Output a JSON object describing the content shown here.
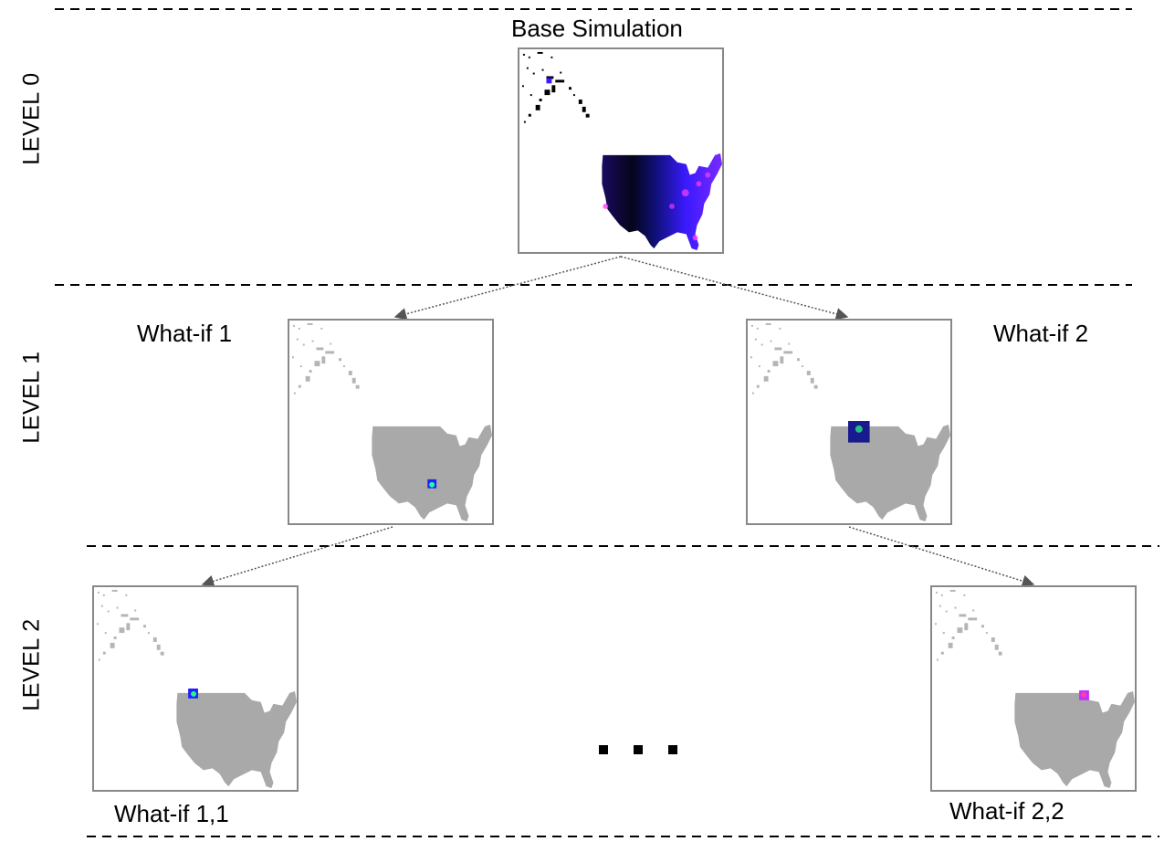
{
  "levels": [
    {
      "label": "LEVEL 0"
    },
    {
      "label": "LEVEL 1"
    },
    {
      "label": "LEVEL 2"
    }
  ],
  "nodes": {
    "base": {
      "title": "Base Simulation"
    },
    "whatif_1": {
      "title": "What-if 1"
    },
    "whatif_2": {
      "title": "What-if 2"
    },
    "whatif_1_1": {
      "title": "What-if 1,1"
    },
    "whatif_2_2": {
      "title": "What-if 2,2"
    }
  },
  "ellipsis": "...",
  "colors": {
    "divider": "#000000",
    "border": "#888888",
    "arrow": "#555555",
    "map_gray": "#a9a9a9",
    "sim_dark": "#000020",
    "sim_blue": "#3a1aff",
    "sim_pink": "#ff40ff"
  }
}
